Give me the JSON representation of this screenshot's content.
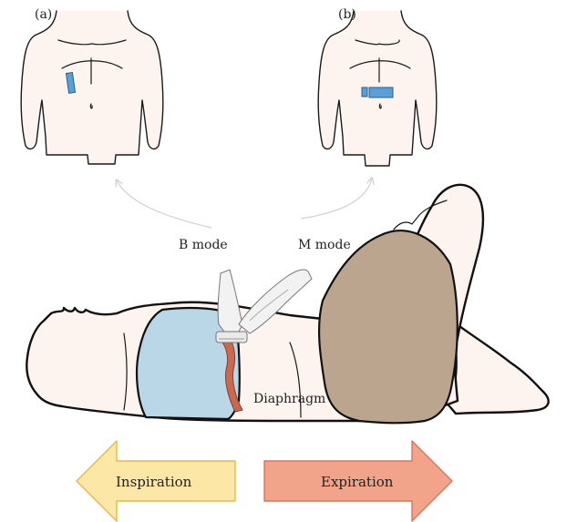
{
  "panels": {
    "a_label": "(a)",
    "b_label": "(b)"
  },
  "labels": {
    "b_mode": "B mode",
    "m_mode": "M mode",
    "diaphragm": "Diaphragm"
  },
  "arrows": {
    "inspiration": "Inspiration",
    "expiration": "Expiration"
  },
  "colors": {
    "probe_patch": "#5a9fd6",
    "lung": "#b9d7e6",
    "diaphragm": "#c96a50",
    "legs_cover": "#bba58e",
    "inspiration_arrow": "#fde7a6",
    "expiration_arrow": "#f2a48a"
  }
}
